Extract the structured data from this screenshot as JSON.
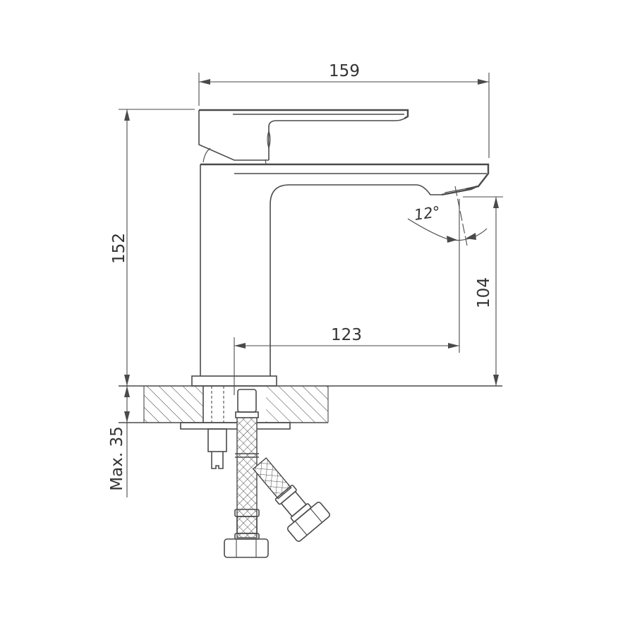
{
  "drawing": {
    "subject": "Single-lever basin mixer faucet, side view technical drawing",
    "units": "mm",
    "line_color": "#4a4a4a",
    "text_color": "#333333"
  },
  "dimensions": {
    "overall_width": "159",
    "overall_height": "152",
    "spout_reach": "123",
    "spout_clearance_height": "104",
    "max_countertop_thickness": "Max. 35",
    "spout_angle": "12°"
  }
}
